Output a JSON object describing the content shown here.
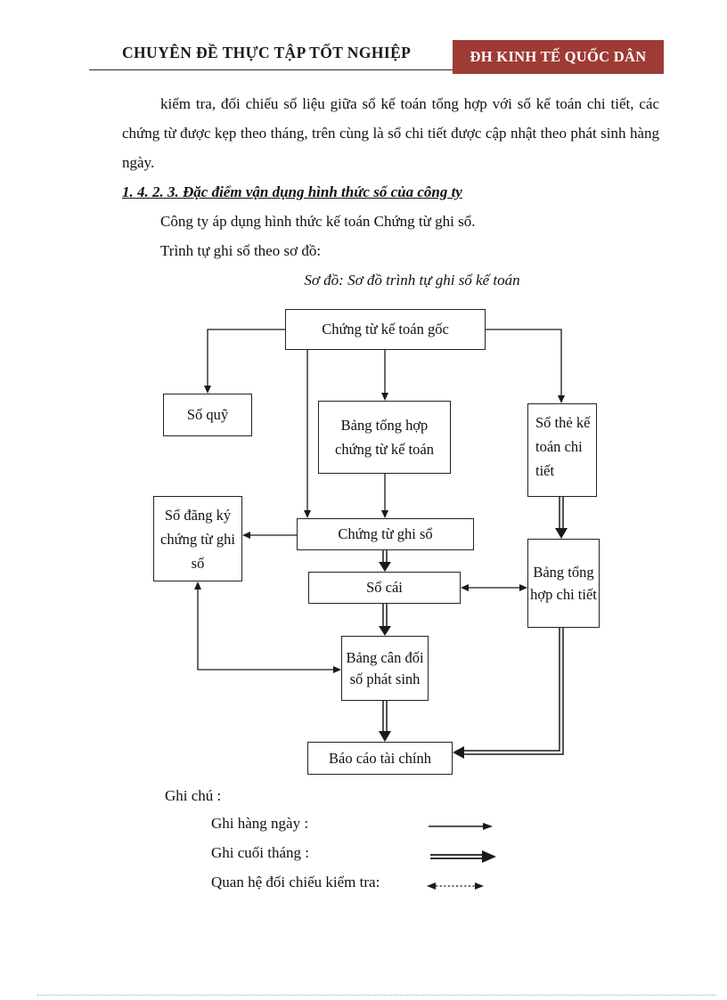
{
  "header": {
    "title": "CHUYÊN ĐỀ THỰC TẬP TỐT NGHIỆP",
    "badge": "ĐH KINH TẾ QUỐC DÂN",
    "badge_bg": "#9e3b34",
    "badge_text_color": "#ffffff"
  },
  "body": {
    "p1": "kiểm tra, đối chiếu số liệu giữa sổ kế toán tổng hợp với sổ kế toán chi tiết, các chứng từ được kẹp theo tháng, trên cùng là sổ chi tiết được cập nhật theo phát sinh hàng ngày.",
    "heading": "1. 4. 2. 3. Đặc điểm vận dụng hình thức sổ của công ty",
    "p2": "Công ty áp dụng hình thức kế toán Chứng từ ghi sổ.",
    "p3": "Trình tự ghi sổ theo sơ đồ:",
    "caption": "Sơ đồ: Sơ đồ trình tự ghi sổ kế toán"
  },
  "diagram": {
    "boxes": {
      "goc": "Chứng từ kế toán gốc",
      "so_quy": "Sổ quỹ",
      "bang_tong_hop_ctkt": "Bảng tổng hợp chứng từ kế toán",
      "so_the": "Sổ thẻ kế toán chi tiết",
      "so_dang_ky": "Sổ đăng ký chứng từ ghi sổ",
      "chung_tu_ghi_so": "Chứng từ ghi sổ",
      "so_cai": "Sổ cái",
      "bang_tong_hop_chi_tiet": "Bảng tổng hợp chi tiết",
      "bang_can_doi": "Bảng cân đối số phát sinh",
      "bao_cao": "Báo cáo tài chính"
    },
    "edges": [
      {
        "from": "goc",
        "to": "so_quy",
        "style": "daily"
      },
      {
        "from": "goc",
        "to": "chung_tu_ghi_so",
        "style": "daily"
      },
      {
        "from": "goc",
        "to": "bang_tong_hop_ctkt",
        "style": "daily"
      },
      {
        "from": "bang_tong_hop_ctkt",
        "to": "chung_tu_ghi_so",
        "style": "daily"
      },
      {
        "from": "goc",
        "to": "so_the",
        "style": "daily"
      },
      {
        "from": "chung_tu_ghi_so",
        "to": "so_dang_ky",
        "style": "daily"
      },
      {
        "from": "chung_tu_ghi_so",
        "to": "so_cai",
        "style": "monthly"
      },
      {
        "from": "so_the",
        "to": "bang_tong_hop_chi_tiet",
        "style": "monthly"
      },
      {
        "from": "so_cai",
        "to": "bang_tong_hop_chi_tiet",
        "style": "reconcile"
      },
      {
        "from": "so_cai",
        "to": "bang_can_doi",
        "style": "monthly"
      },
      {
        "from": "so_dang_ky",
        "to": "bang_can_doi",
        "style": "reconcile"
      },
      {
        "from": "bang_can_doi",
        "to": "bao_cao",
        "style": "monthly"
      },
      {
        "from": "bang_tong_hop_chi_tiet",
        "to": "bao_cao",
        "style": "monthly"
      }
    ]
  },
  "legend": {
    "title": "Ghi chú :",
    "items": [
      {
        "label": "Ghi hàng ngày :",
        "style": "single-solid-arrow"
      },
      {
        "label": "Ghi cuối tháng :",
        "style": "double-line-arrow"
      },
      {
        "label": "Quan hệ đối chiếu kiểm tra:",
        "style": "dotted-double-headed-arrow"
      }
    ]
  }
}
